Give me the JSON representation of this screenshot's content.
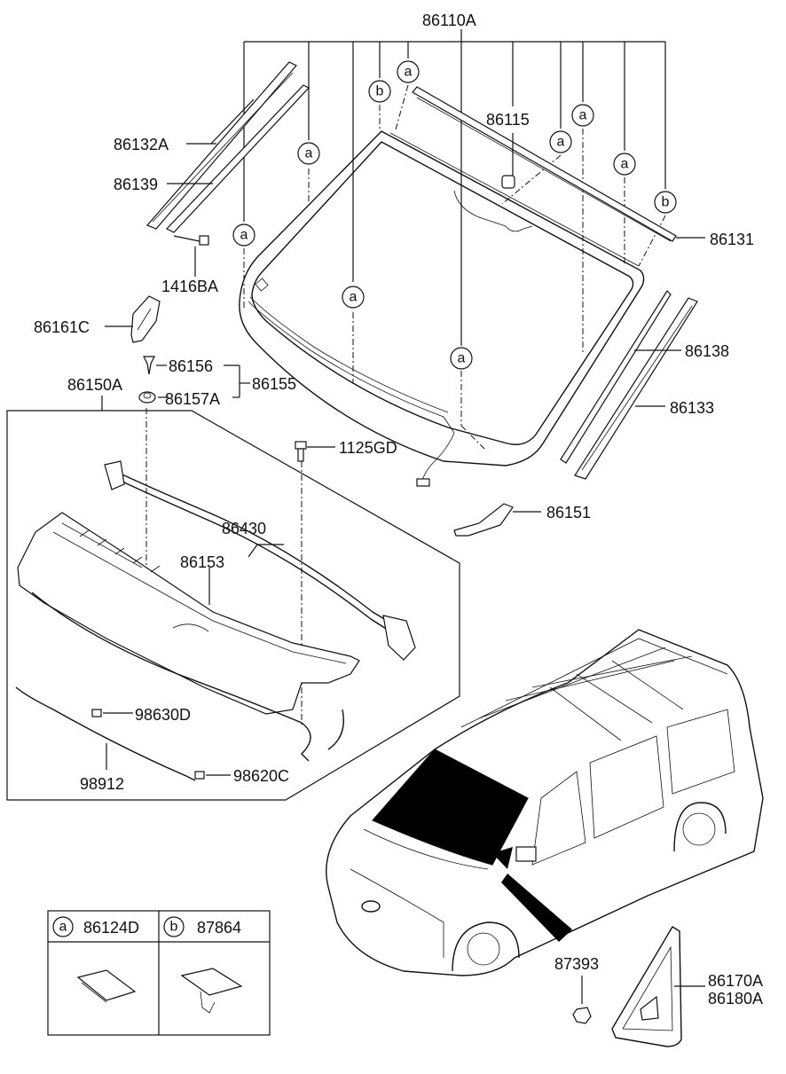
{
  "labels": {
    "p86110A": "86110A",
    "p86132A": "86132A",
    "p86139": "86139",
    "p86115": "86115",
    "p86131": "86131",
    "p1416BA": "1416BA",
    "p86161C": "86161C",
    "p86156": "86156",
    "p86155": "86155",
    "p86150A": "86150A",
    "p86157A": "86157A",
    "p86138": "86138",
    "p86133": "86133",
    "p1125GD": "1125GD",
    "p86151": "86151",
    "p86430": "86430",
    "p86153": "86153",
    "p98630D": "98630D",
    "p98912": "98912",
    "p98620C": "98620C",
    "p87393": "87393",
    "p86170A": "86170A",
    "p86180A": "86180A"
  },
  "callouts": {
    "a": "a",
    "b": "b"
  },
  "legend": {
    "a_part": "86124D",
    "b_part": "87864"
  },
  "colors": {
    "ink": "#111111",
    "background": "#ffffff",
    "glass_fill": "#000000"
  }
}
